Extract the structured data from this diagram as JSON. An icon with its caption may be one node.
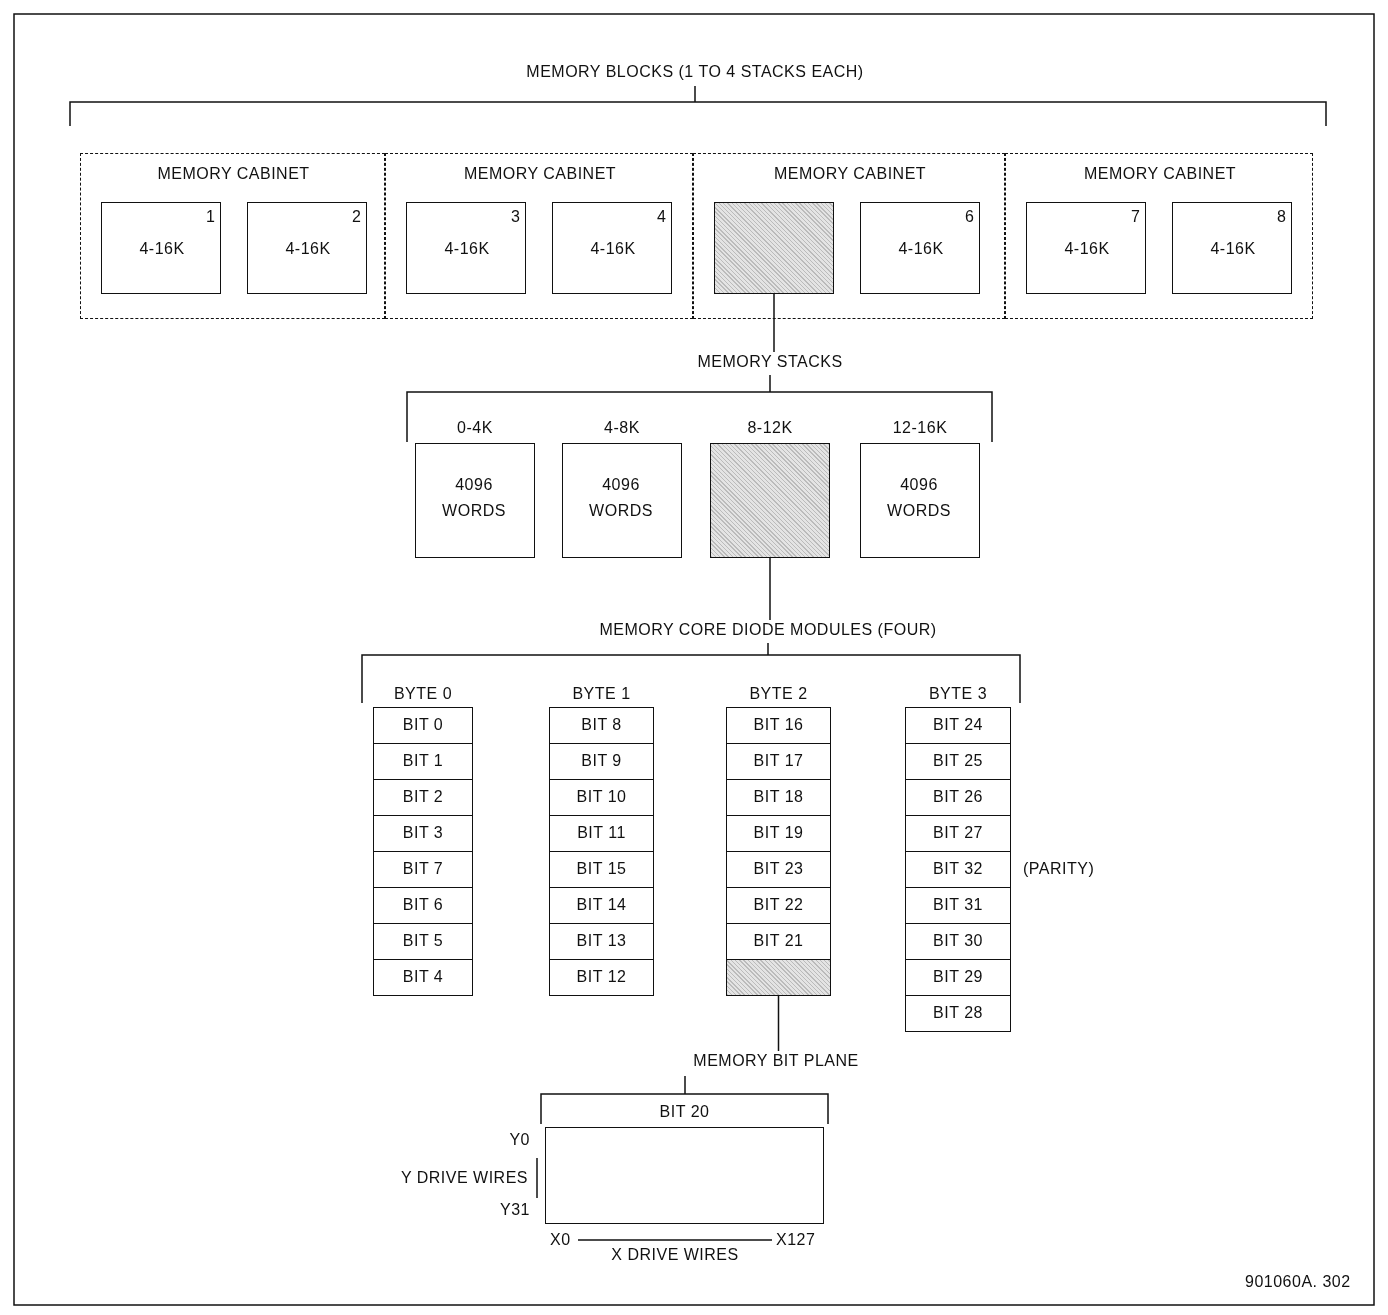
{
  "diagram": {
    "nodes": [
      {
        "text": [
          "MEMORY CABINET"
        ]
      },
      {
        "text": [
          "1",
          "4-16K"
        ],
        "in": 0
      },
      {
        "text": [
          "2",
          "4-16K"
        ],
        "in": 0
      },
      {
        "text": [
          "MEMORY CABINET"
        ]
      },
      {
        "text": [
          "3",
          "4-16K"
        ],
        "in": 3
      },
      {
        "text": [
          "4",
          "4-16K"
        ],
        "in": 3
      },
      {
        "text": [
          "MEMORY CABINET"
        ]
      },
      {
        "text": [],
        "shape": "box",
        "in": 6
      },
      {
        "text": [
          "6",
          "4-16K"
        ],
        "in": 6
      },
      {
        "text": [
          "MEMORY CABINET"
        ]
      },
      {
        "text": [
          "7",
          "4-16K"
        ],
        "in": 9
      },
      {
        "text": [
          "8",
          "4-16K"
        ],
        "in": 9
      },
      {
        "text": [
          "MEMORY STACKS"
        ]
      },
      {
        "text": [
          "0-4K",
          "4096 WORDS"
        ]
      },
      {
        "text": [
          "4-8K",
          "4096 WORDS"
        ]
      },
      {
        "text": [
          "8-12K"
        ]
      },
      {
        "text": [
          "12-16K",
          "4096 WORDS"
        ]
      },
      {
        "text": [
          "MEMORY CORE DIODE MODULES (FOUR)"
        ]
      },
      {
        "text": [
          "BYTE 0"
        ]
      },
      {
        "text": [
          "BIT 0"
        ],
        "in": 18
      },
      {
        "text": [
          "BIT 1"
        ],
        "in": 18
      },
      {
        "text": [
          "BIT 2"
        ],
        "in": 18
      },
      {
        "text": [
          "BIT 3"
        ],
        "in": 18
      },
      {
        "text": [
          "BIT 7"
        ],
        "in": 18
      },
      {
        "text": [
          "BIT 6"
        ],
        "in": 18
      },
      {
        "text": [
          "BIT 5"
        ],
        "in": 18
      },
      {
        "text": [
          "BIT 4"
        ],
        "in": 18
      },
      {
        "text": [
          "BYTE 1"
        ]
      },
      {
        "text": [
          "BIT 8"
        ],
        "in": 27
      },
      {
        "text": [
          "BIT 9"
        ],
        "in": 27
      },
      {
        "text": [
          "BIT 10"
        ],
        "in": 27
      },
      {
        "text": [
          "BIT 11"
        ],
        "in": 27
      },
      {
        "text": [
          "BIT 15"
        ],
        "in": 27
      },
      {
        "text": [
          "BIT 14"
        ],
        "in": 27
      },
      {
        "text": [
          "BIT 13"
        ],
        "in": 27
      },
      {
        "text": [
          "BIT 12"
        ],
        "in": 27
      },
      {
        "text": [
          "BYTE 2"
        ]
      },
      {
        "text": [
          "BIT 16"
        ],
        "in": 36
      },
      {
        "text": [
          "BIT 17"
        ],
        "in": 36
      },
      {
        "text": [
          "BIT 18"
        ],
        "in": 36
      },
      {
        "text": [
          "BIT 19"
        ],
        "in": 36
      },
      {
        "text": [
          "BIT 23"
        ],
        "in": 36
      },
      {
        "text": [
          "BIT 22"
        ],
        "in": 36
      },
      {
        "text": [
          "BIT 21"
        ],
        "in": 36
      },
      {
        "text": [],
        "shape": "box",
        "in": 36
      },
      {
        "text": [
          "BYTE 3"
        ]
      },
      {
        "text": [
          "BIT 24"
        ],
        "in": 45
      },
      {
        "text": [
          "BIT 25"
        ],
        "in": 45
      },
      {
        "text": [
          "BIT 26"
        ],
        "in": 45
      },
      {
        "text": [
          "BIT 27"
        ],
        "in": 45
      },
      {
        "text": [
          "BIT 32"
        ],
        "beside": [
          "(PARITY)"
        ],
        "in": 45
      },
      {
        "text": [
          "BIT 31"
        ],
        "in": 45
      },
      {
        "text": [
          "BIT 30"
        ],
        "in": 45
      },
      {
        "text": [
          "BIT 29"
        ],
        "in": 45
      },
      {
        "text": [
          "BIT 28"
        ],
        "in": 45
      },
      {
        "text": [
          "MEMORY BIT PLANE"
        ]
      },
      {
        "text": [
          "BIT 20"
        ]
      }
    ],
    "edges": [
      {
        "from": 7,
        "to": 12,
        "arrow": "none"
      },
      {
        "from": 15,
        "to": 17,
        "arrow": "none"
      },
      {
        "from": 44,
        "to": 55,
        "arrow": "none"
      }
    ],
    "labels": [
      "MEMORY BLOCKS (1 TO 4 STACKS EACH)",
      "Y0",
      "Y DRIVE WIRES",
      "Y31",
      "X0",
      "X DRIVE WIRES",
      "X127",
      "901060A. 302"
    ]
  }
}
